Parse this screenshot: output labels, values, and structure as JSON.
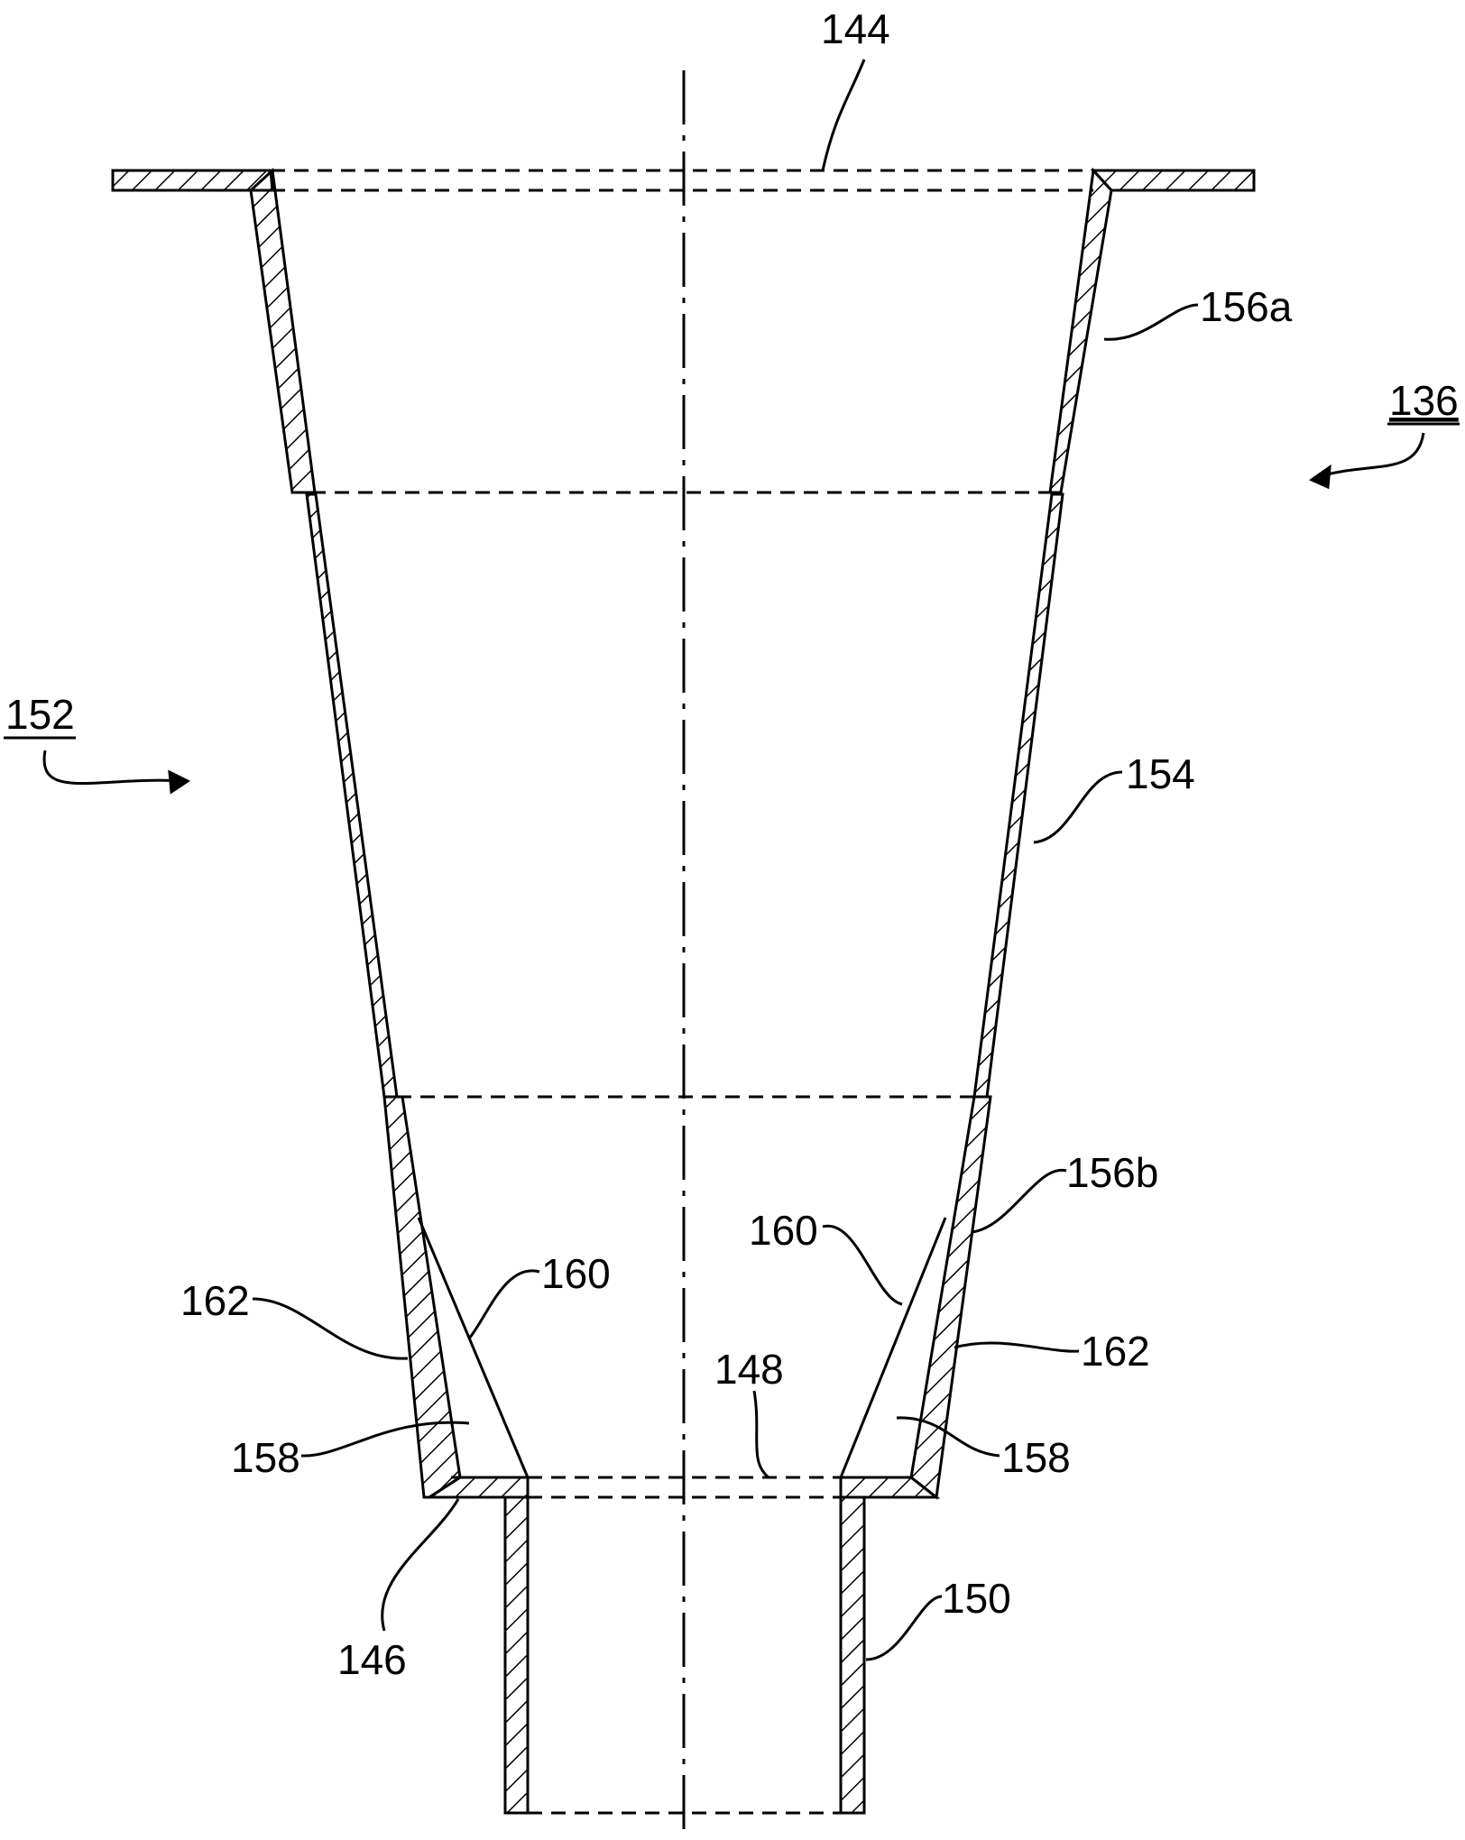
{
  "figure": {
    "labels": {
      "l144": "144",
      "l156a": "156a",
      "l136": "136",
      "l152": "152",
      "l154": "154",
      "l160_right": "160",
      "l156b": "156b",
      "l162_left": "162",
      "l160_left": "160",
      "l148": "148",
      "l162_right": "162",
      "l158_left": "158",
      "l158_right": "158",
      "l146": "146",
      "l150": "150"
    },
    "colors": {
      "ink": "#000000",
      "paper": "#ffffff"
    }
  }
}
